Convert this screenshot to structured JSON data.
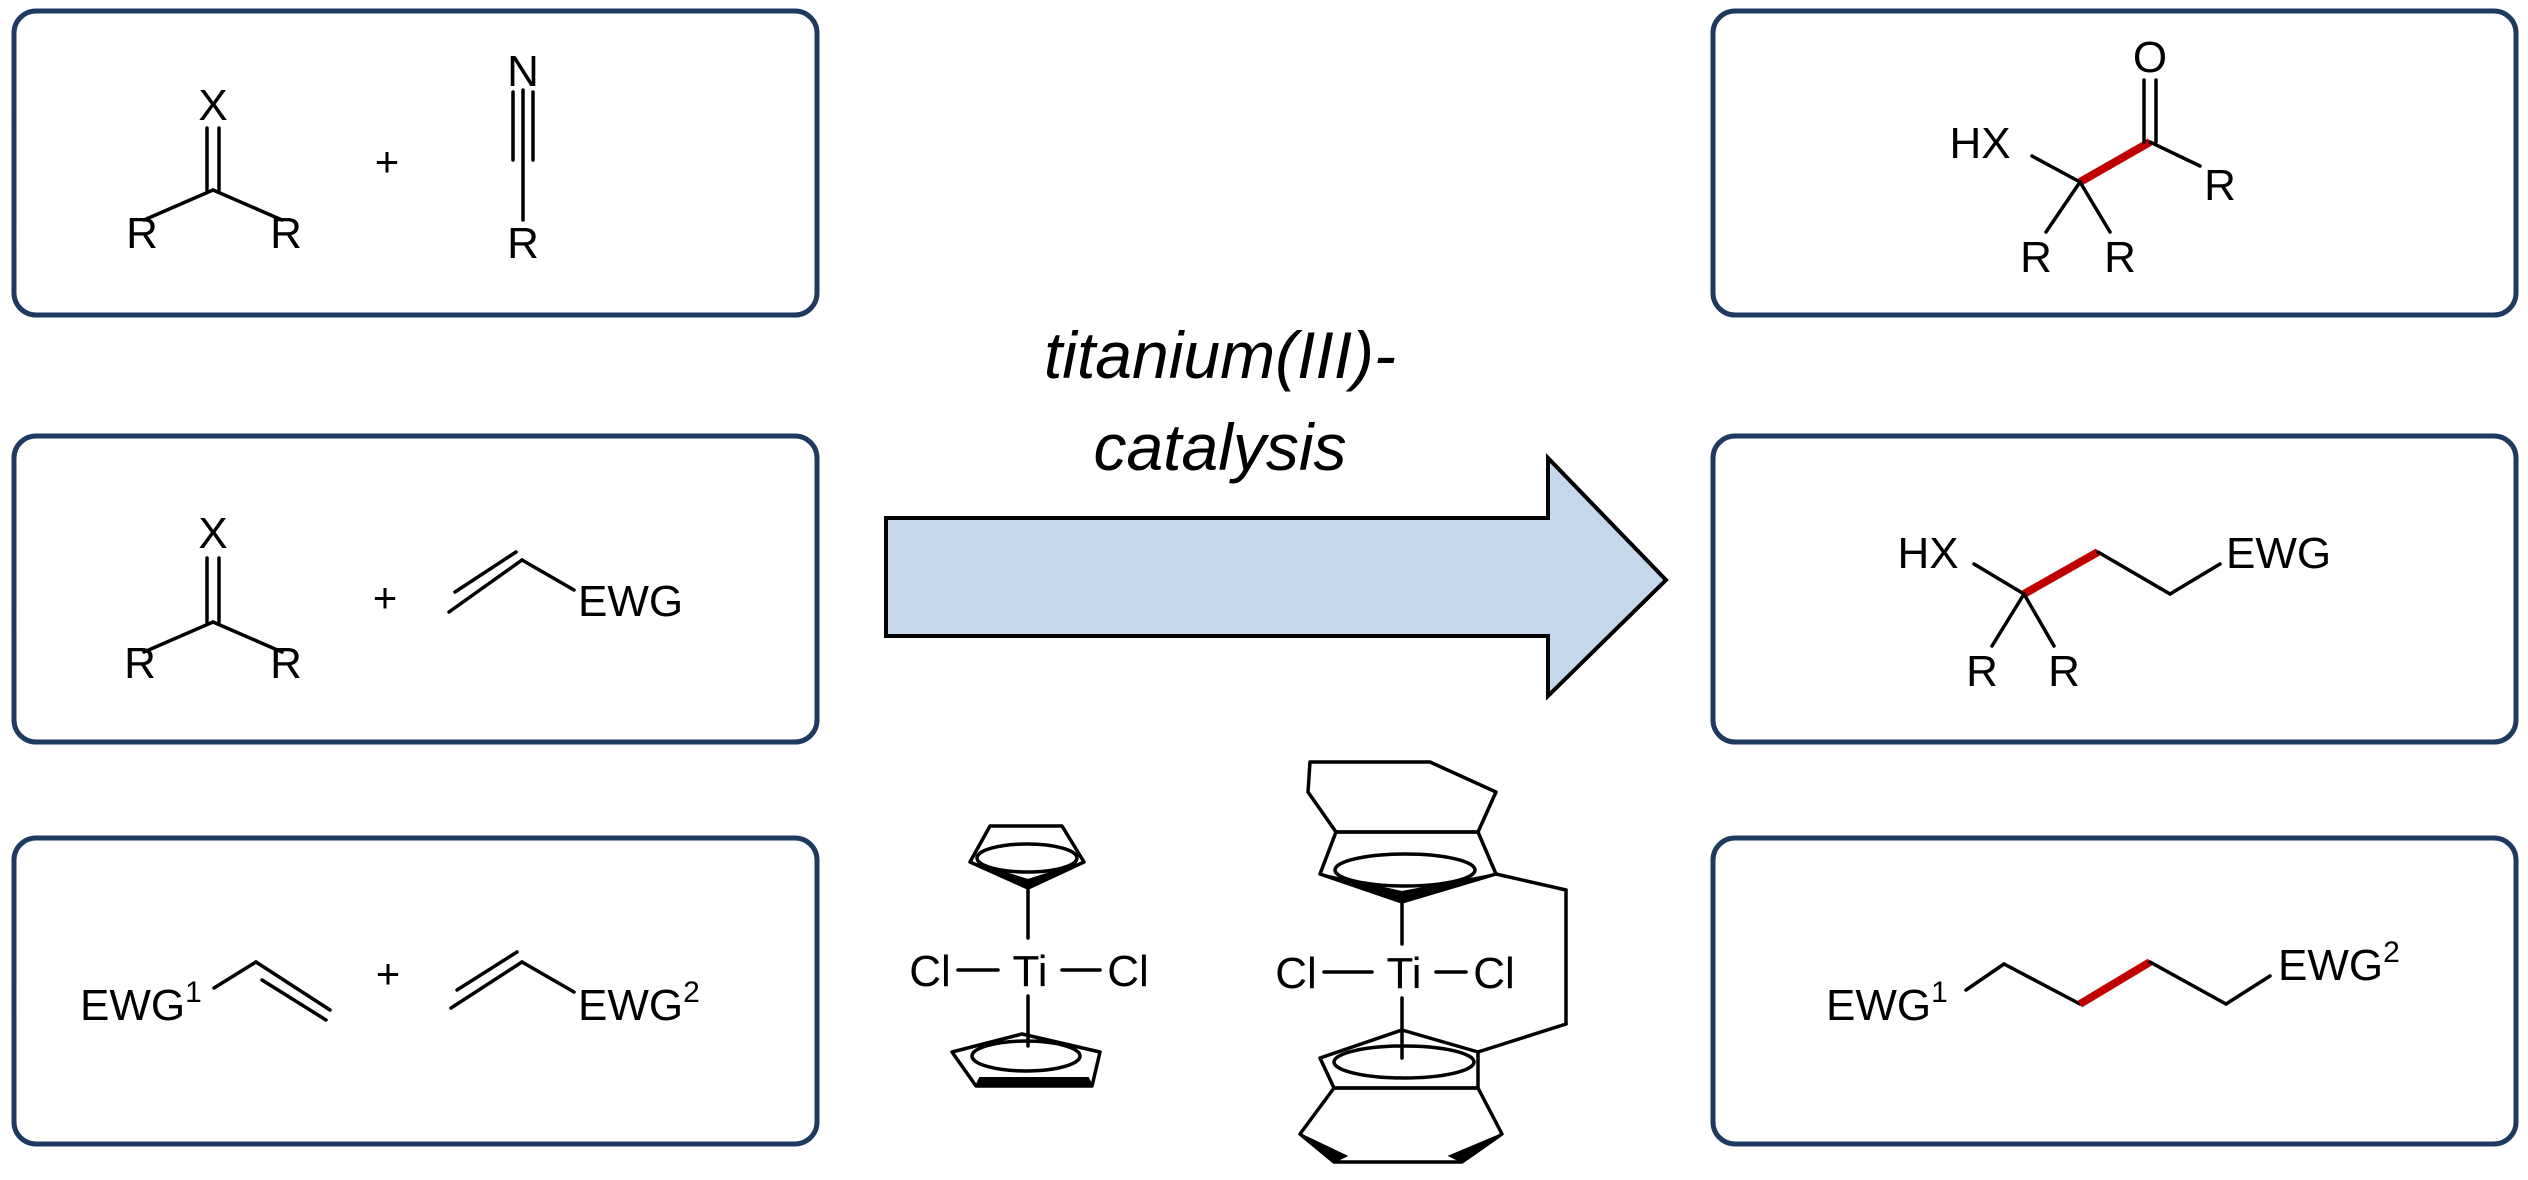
{
  "labels": {
    "X": "X",
    "R": "R",
    "N": "N",
    "O": "O",
    "HX": "HX",
    "EWG": "EWG",
    "EWG_base": "EWG",
    "sup1": "1",
    "sup2": "2",
    "Cl": "Cl",
    "Ti": "Ti",
    "plus": "+"
  },
  "arrow_text": {
    "line1": "titanium(III)-",
    "line2": "catalysis"
  },
  "colors": {
    "box_border": "#1f3a60",
    "arrow_fill": "#c5d7ea",
    "new_bond": "#c00000"
  }
}
